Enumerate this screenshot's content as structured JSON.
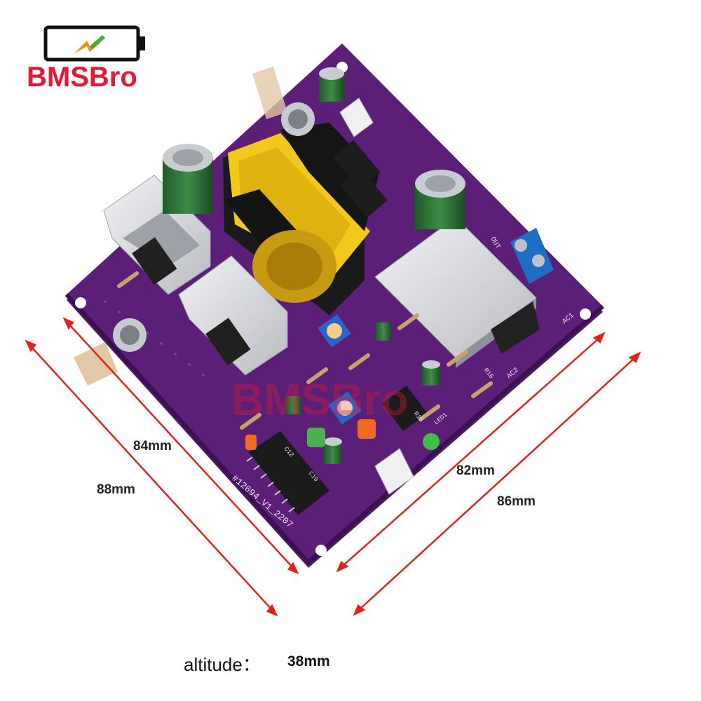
{
  "brand": {
    "name": "BMSBro",
    "watermark": "BMSBro",
    "icon": "battery-lightning-icon",
    "color": "#e01b36"
  },
  "dimensions": {
    "inner_left": "84mm",
    "outer_left": "88mm",
    "inner_right": "82mm",
    "outer_right": "86mm",
    "arrow_color": "#e0241c"
  },
  "altitude": {
    "label": "altitude：",
    "value": "38mm"
  },
  "board": {
    "pcb_color": "#5b1f78",
    "model_marking": "#12694_V1_2207",
    "silkscreen": [
      "AC1",
      "AC2",
      "OUT",
      "LED1",
      "R15",
      "R16",
      "C10",
      "C12"
    ]
  }
}
